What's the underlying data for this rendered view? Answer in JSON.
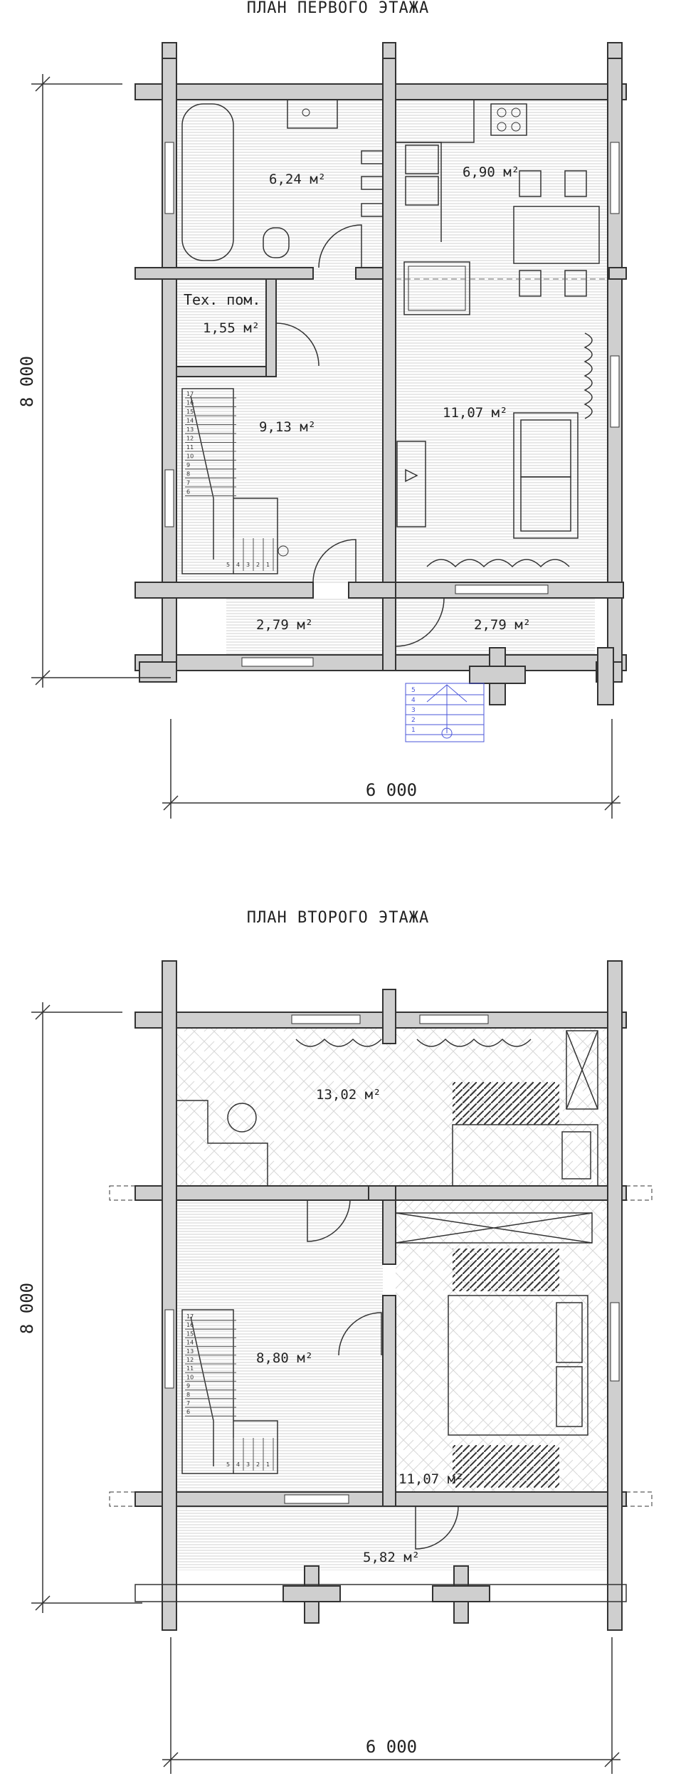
{
  "plan1": {
    "title": "ПЛАН ПЕРВОГО ЭТАЖА",
    "dim_width": "6 000",
    "dim_height": "8 000",
    "rooms": [
      {
        "id": "bath",
        "area": "6,24 м²"
      },
      {
        "id": "kitchen",
        "area": "6,90 м²"
      },
      {
        "id": "tech",
        "label": "Тех. пом.",
        "area": "1,55 м²"
      },
      {
        "id": "hall",
        "area": "9,13 м²"
      },
      {
        "id": "living",
        "area": "11,07 м²"
      },
      {
        "id": "porch-left",
        "area": "2,79 м²"
      },
      {
        "id": "porch-right",
        "area": "2,79 м²"
      }
    ],
    "stairs_steps": [
      "17",
      "16",
      "15",
      "14",
      "13",
      "12",
      "11",
      "10",
      "9",
      "8",
      "7",
      "6",
      "5",
      "4",
      "3",
      "2",
      "1"
    ],
    "entry_steps": [
      "5",
      "4",
      "3",
      "2",
      "1"
    ]
  },
  "plan2": {
    "title": "ПЛАН ВТОРОГО ЭТАЖА",
    "dim_width": "6 000",
    "dim_height": "8 000",
    "rooms": [
      {
        "id": "bedroom-top",
        "area": "13,02 м²"
      },
      {
        "id": "hall",
        "area": "8,80 м²"
      },
      {
        "id": "bedroom-right",
        "area": "11,07 м²"
      },
      {
        "id": "balcony",
        "area": "5,82 м²"
      }
    ],
    "stairs_steps": [
      "17",
      "16",
      "15",
      "14",
      "13",
      "12",
      "11",
      "10",
      "9",
      "8",
      "7",
      "6",
      "5",
      "4",
      "3",
      "2",
      "1"
    ]
  }
}
